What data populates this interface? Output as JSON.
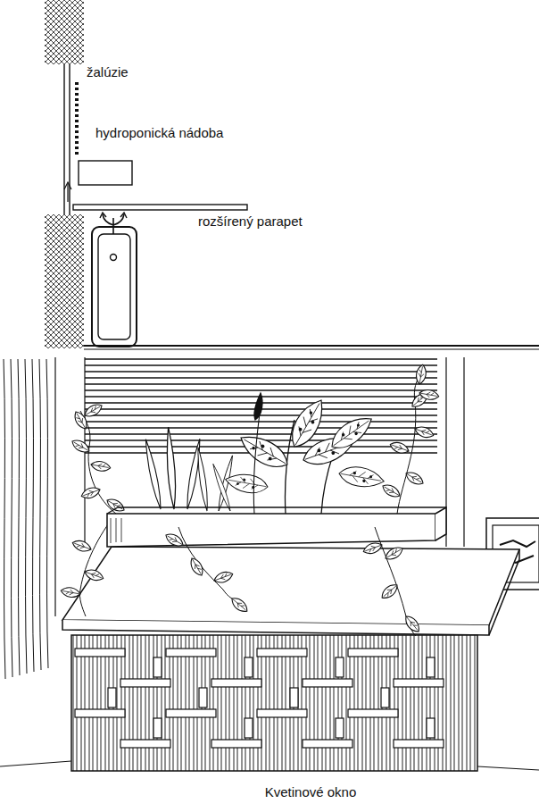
{
  "diagram": {
    "caption": "Kvetinové okno",
    "labels": [
      "žalúzie",
      "hydroponická nádoba",
      "rozšírený parapet"
    ]
  }
}
